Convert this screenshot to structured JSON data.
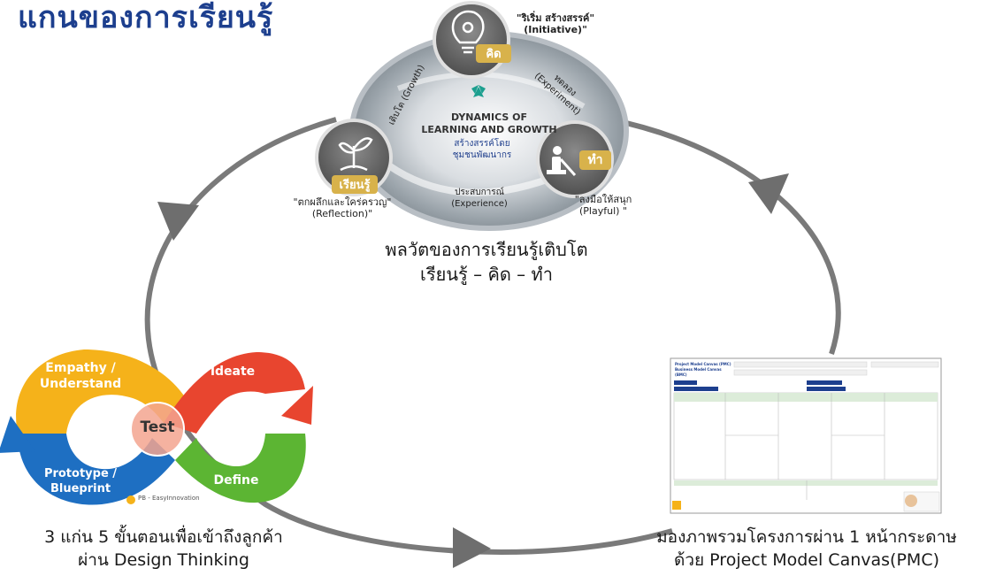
{
  "header": {
    "title": "แกนของการเรียนรู้"
  },
  "dynamics": {
    "center_title_line1": "DYNAMICS OF",
    "center_title_line2": "LEARNING AND GROWTH",
    "center_sub_line1": "สร้างสรรค์โดย",
    "center_sub_line2": "ชุมชนพัฒนากร",
    "node_think": "คิด",
    "node_do": "ทำ",
    "node_learn": "เรียนรู้",
    "growth": "เติบโต (Growth)",
    "experiment": "ทดลอง (Experiment)",
    "experience_line1": "ประสบการณ์",
    "experience_line2": "(Experience)",
    "initiative_line1": "\"ริเริ่ม สร้างสรรค์\"",
    "initiative_line2": "(Initiative)\"",
    "playful_line1": "\"ลงมือให้สนุก",
    "playful_line2": "(Playful) \"",
    "reflection_line1": "\"ตกผลึกและใคร่ครวญ\"",
    "reflection_line2": "(Reflection)\""
  },
  "captions": {
    "center_line1": "พลวัตของการเรียนรู้เติบโต",
    "center_line2": "เรียนรู้ – คิด – ทำ",
    "left_line1": "3 แก่น 5 ขั้นตอนเพื่อเข้าถึงลูกค้า",
    "left_line2": "ผ่าน Design Thinking",
    "right_line1": "มองภาพรวมโครงการผ่าน 1 หน้ากระดาษ",
    "right_line2": "ด้วย Project Model Canvas(PMC)"
  },
  "design_thinking": {
    "empathy_line1": "Empathy /",
    "empathy_line2": "Understand",
    "ideate": "Ideate",
    "test": "Test",
    "prototype_line1": "Prototype /",
    "prototype_line2": "Blueprint",
    "define": "Define",
    "credit": "PB - EasyInnovation"
  },
  "canvas": {
    "title_line1": "Project Model Canvas (PMC)",
    "title_line2": "Business Model Canvas (BMC)"
  },
  "colors": {
    "title": "#1d3f8e",
    "cycle": "#7a7a7a",
    "empathy": "#f5b21a",
    "ideate": "#e8452f",
    "prototype": "#1e6fc2",
    "define": "#5cb533"
  }
}
